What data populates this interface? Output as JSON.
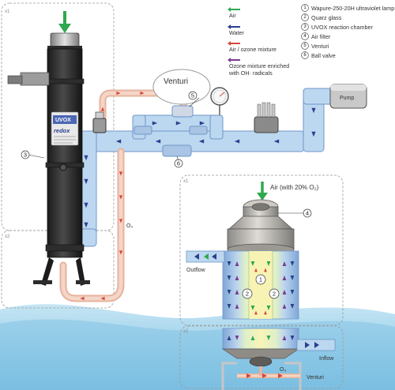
{
  "legend_arrows": {
    "air": {
      "label": "Air",
      "color": "#2fa84f"
    },
    "water": {
      "label": "Water",
      "color": "#2b3f8f"
    },
    "air_ozone": {
      "label": "Air / ozone mixture",
      "color": "#d8443a"
    },
    "ozone_radicals": {
      "label_line1": "Ozone mixture enriched",
      "label_line2": "with OH· radicals",
      "color": "#7b3b92"
    }
  },
  "legend_items": [
    {
      "num": "1",
      "label": "Wapure-250-20H ultraviolet lamp"
    },
    {
      "num": "2",
      "label": "Quarz glass"
    },
    {
      "num": "3",
      "label": "UVOX reaction chamber"
    },
    {
      "num": "4",
      "label": "Air filter"
    },
    {
      "num": "5",
      "label": "Venturi"
    },
    {
      "num": "6",
      "label": "Ball valve"
    }
  ],
  "labels": {
    "venturi_bubble": "Venturi",
    "pump": "Pump",
    "device_brand_line1": "UVOX",
    "device_brand_line2": "redox",
    "ozone": "O₃",
    "air_with_o2": "Air (with 20% O₂)",
    "outflow": "Outflow",
    "inflow": "Inflow",
    "venturi_lower": "Venturi",
    "ozone_lower": "O₃"
  },
  "detail_boxes": {
    "x1_top": "x1",
    "x2_left": "x2",
    "x1_detail": "x1",
    "x2_detail": "x2"
  },
  "callouts": {
    "lamp": "1",
    "quartz_left": "2",
    "quartz_right": "2",
    "chamber": "3",
    "filter": "4",
    "venturi": "5",
    "valve": "6"
  }
}
